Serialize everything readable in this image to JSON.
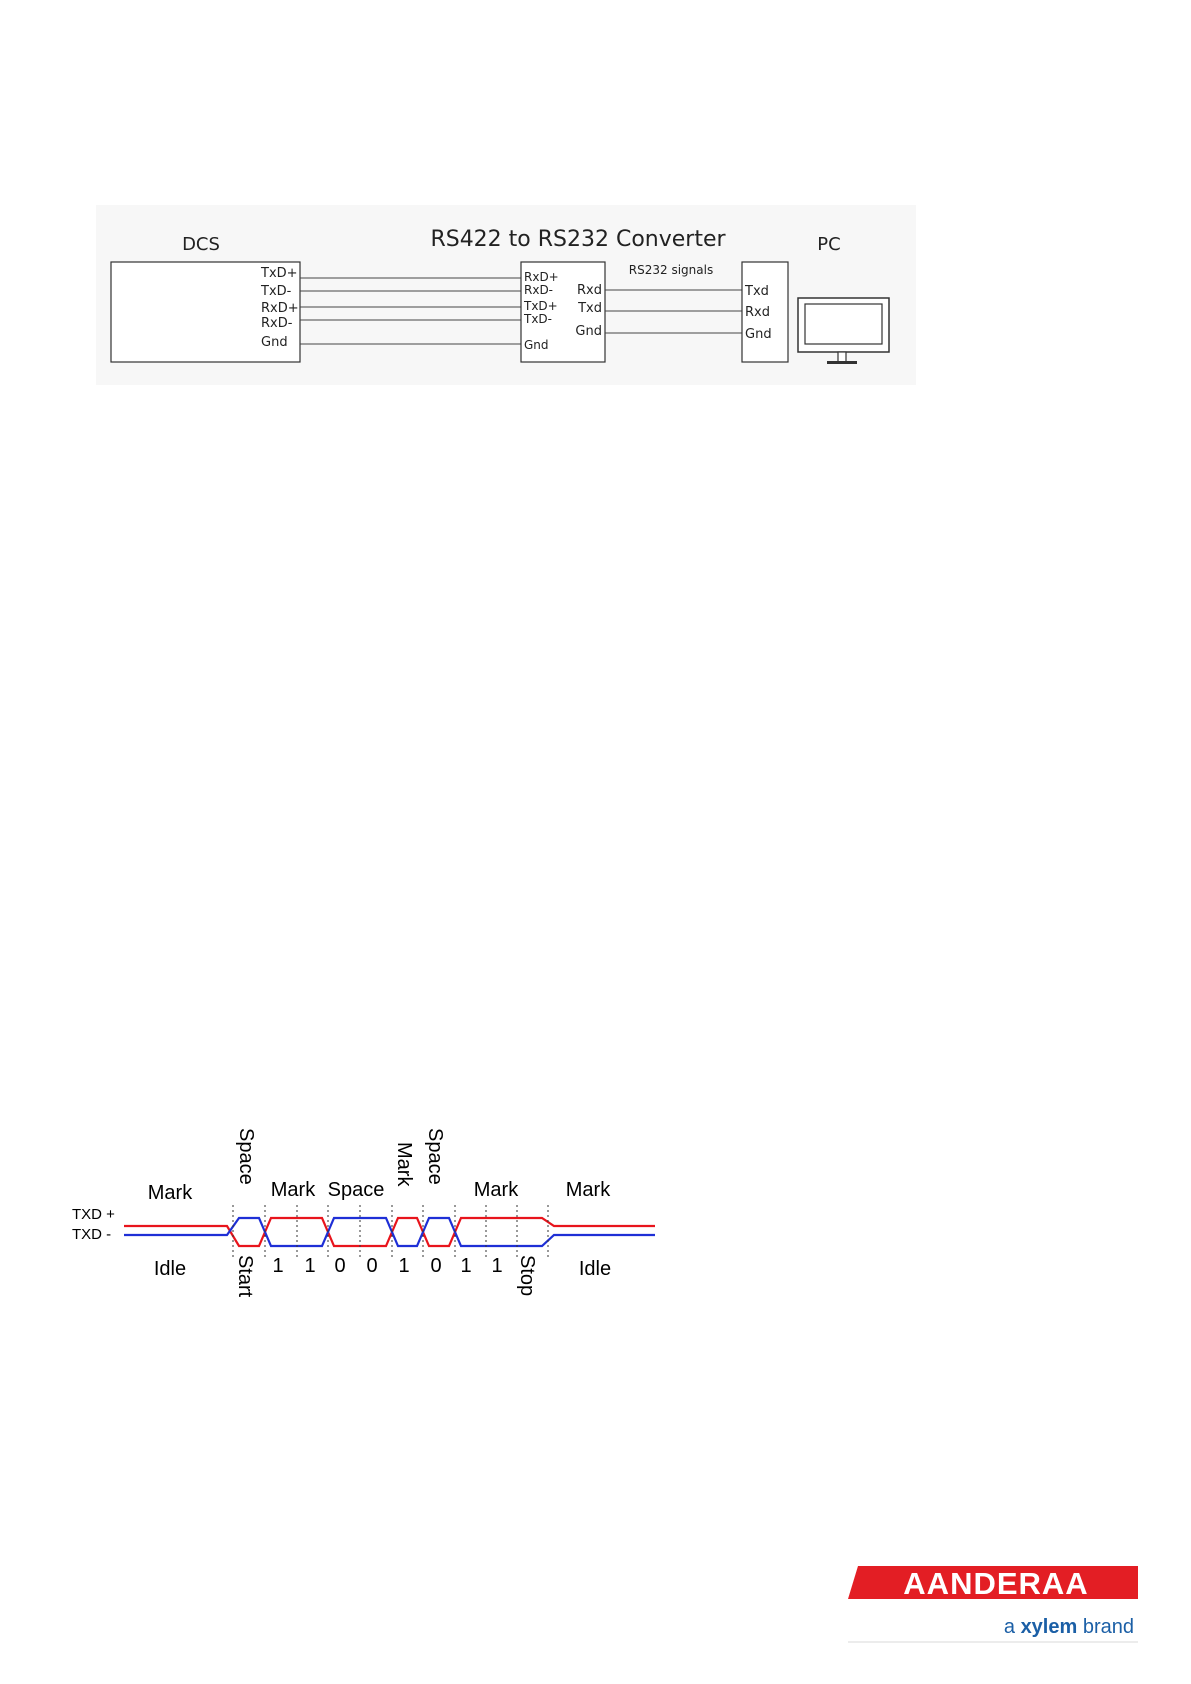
{
  "wiring": {
    "dcs_label": "DCS",
    "converter_label": "RS422 to RS232 Converter",
    "pc_label": "PC",
    "rs232_label": "RS232 signals",
    "dcs_pins": [
      "TxD+",
      "TxD-",
      "RxD+",
      "RxD-",
      "Gnd"
    ],
    "converter_left_pins": [
      "RxD+",
      "RxD-",
      "TxD+",
      "TxD-",
      "Gnd"
    ],
    "converter_right_pins": [
      "Rxd",
      "Txd",
      "Gnd"
    ],
    "pc_pins": [
      "Txd",
      "Rxd",
      "Gnd"
    ]
  },
  "timing": {
    "line_labels": [
      "TXD +",
      "TXD -"
    ],
    "top_labels": [
      "Mark",
      "Space",
      "Mark",
      "Space",
      "Mark",
      "Space",
      "Mark",
      "Mark"
    ],
    "bottom_labels": [
      "Idle",
      "Start",
      "1",
      "1",
      "0",
      "0",
      "1",
      "0",
      "1",
      "1",
      "Stop",
      "Idle"
    ],
    "colors": {
      "txd_plus": "#e8141c",
      "txd_minus": "#1e2fd6"
    }
  },
  "logo": {
    "brand": "AANDERAA",
    "tagline_prefix": "a",
    "tagline_brand": "xylem",
    "tagline_suffix": "brand",
    "brand_color": "#e31e24",
    "tagline_color": "#1b5fa6"
  }
}
